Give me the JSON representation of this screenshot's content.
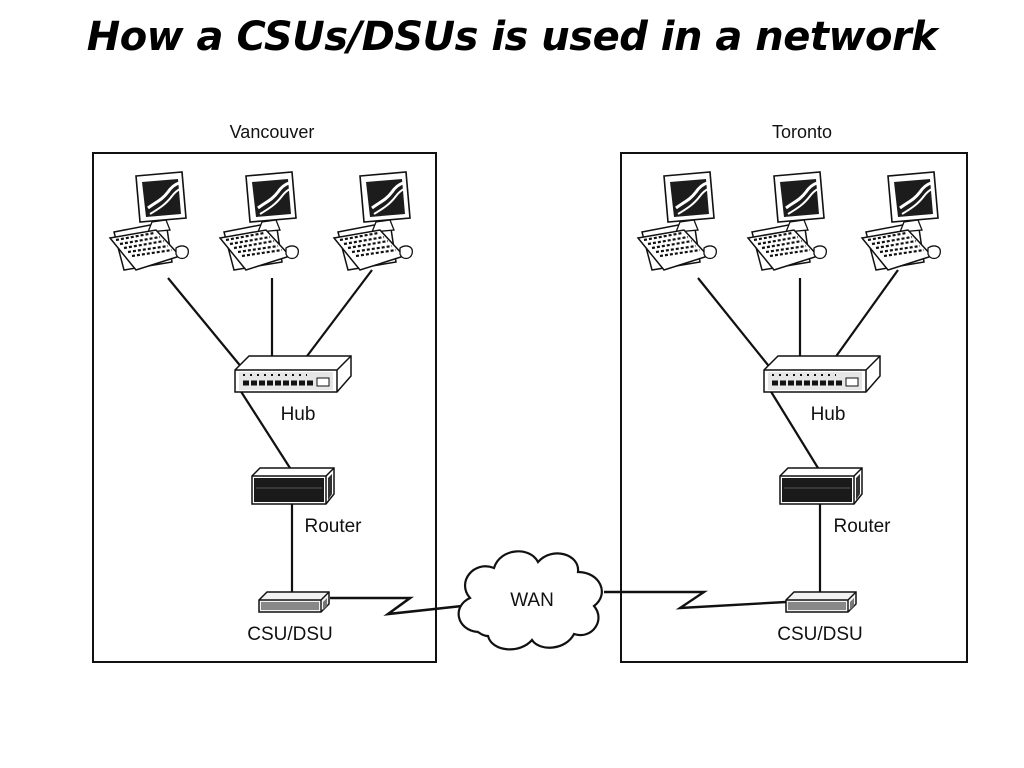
{
  "title": "How a CSUs/DSUs is used in a network",
  "sites": [
    {
      "name": "Vancouver",
      "hub_label": "Hub",
      "router_label": "Router",
      "csu_label": "CSU/DSU"
    },
    {
      "name": "Toronto",
      "hub_label": "Hub",
      "router_label": "Router",
      "csu_label": "CSU/DSU"
    }
  ],
  "wan_label": "WAN",
  "icons": [
    "computer-icon",
    "hub-icon",
    "router-icon",
    "csu-dsu-icon",
    "wan-cloud-icon"
  ]
}
